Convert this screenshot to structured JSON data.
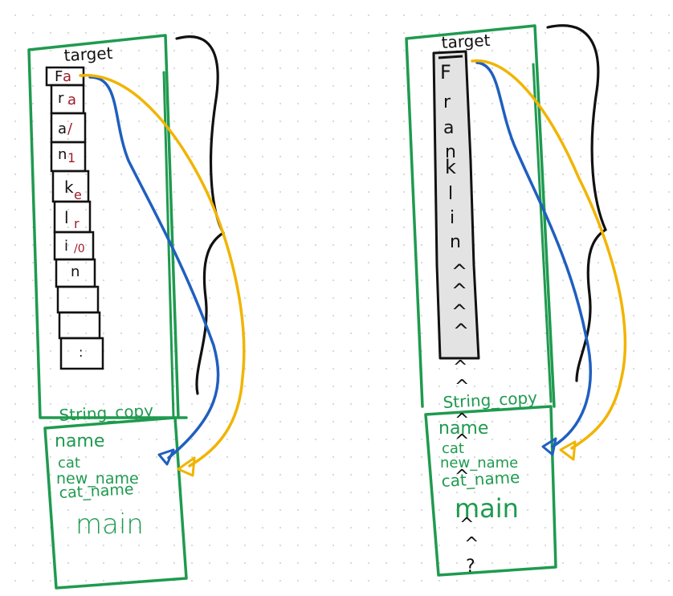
{
  "colors": {
    "frame_green": "#1f9a4f",
    "ink_black": "#111111",
    "ink_red": "#a01b2b",
    "arrow_blue": "#1f5fbf",
    "arrow_yellow": "#f1b400"
  },
  "left": {
    "title": "target",
    "cells": [
      {
        "text": "F",
        "red": "a"
      },
      {
        "text": "r",
        "red": "a"
      },
      {
        "text": "a",
        "red": "/"
      },
      {
        "text": "n",
        "red": "1"
      },
      {
        "text": "k",
        "red": "e"
      },
      {
        "text": "l",
        "red": "r"
      },
      {
        "text": "i",
        "red": "/0"
      },
      {
        "text": "n",
        "red": ""
      },
      {
        "text": "",
        "red": ""
      },
      {
        "text": "",
        "red": ""
      },
      {
        "text": ":",
        "red": ""
      }
    ],
    "stack_title": "String_copy",
    "vars": [
      "name",
      "cat",
      "new_name",
      "cat_name"
    ],
    "main_label": "main"
  },
  "right": {
    "title": "target",
    "letters": [
      "F",
      "r",
      "a",
      "n",
      "k",
      "l",
      "i",
      "n"
    ],
    "overflow": [
      "^",
      "^",
      "^",
      "^",
      "^",
      "^"
    ],
    "stack_title": "String_copy",
    "vars": [
      "name",
      "cat",
      "new_name",
      "cat_name"
    ],
    "main_label": "main",
    "below": [
      "^",
      "^",
      "^",
      "^",
      "^",
      "?"
    ]
  }
}
